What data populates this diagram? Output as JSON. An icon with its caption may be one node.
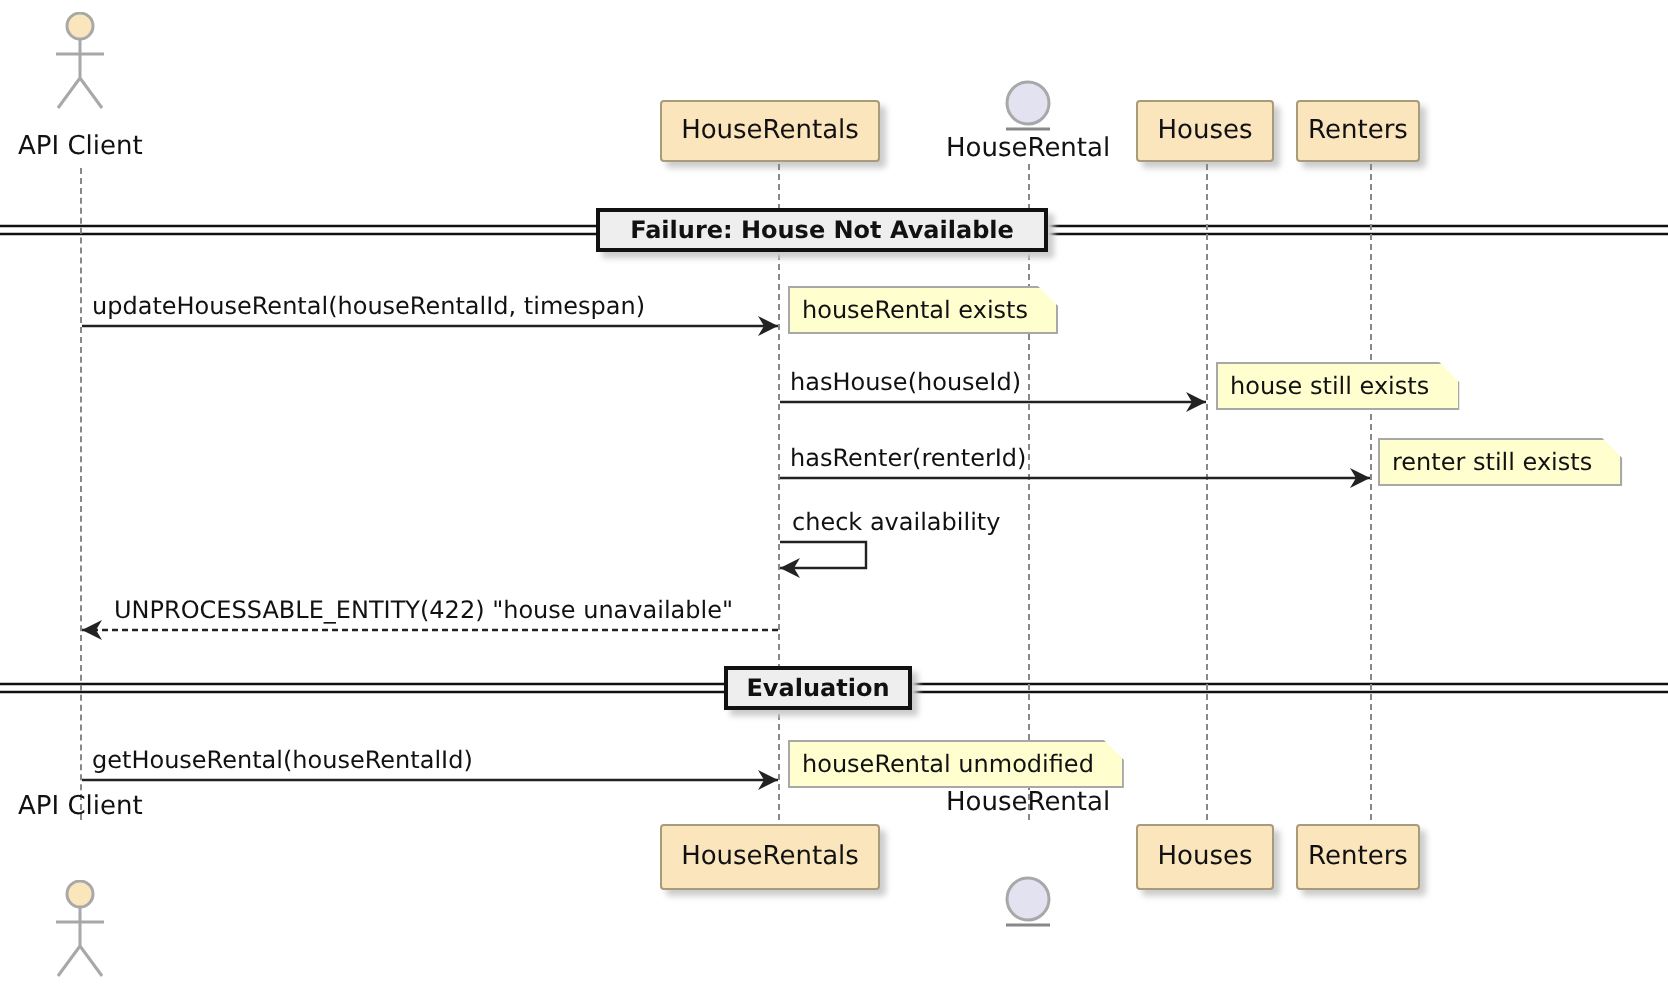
{
  "diagram": {
    "nodes": [
      {
        "text": [
          "API Client"
        ]
      },
      {
        "text": [
          "HouseRentals"
        ]
      },
      {
        "text": [
          "HouseRental"
        ]
      },
      {
        "text": [
          "Houses"
        ]
      },
      {
        "text": [
          "Renters"
        ]
      },
      {
        "text": [],
        "shape": "line"
      },
      {
        "text": [],
        "shape": "line"
      },
      {
        "text": [],
        "shape": "line"
      },
      {
        "text": [],
        "shape": "line"
      },
      {
        "text": [],
        "shape": "line"
      },
      {
        "text": [
          "Failure: House Not Available"
        ]
      },
      {
        "text": [
          "houseRental exists"
        ]
      },
      {
        "text": [
          "house still exists"
        ]
      },
      {
        "text": [
          "renter still exists"
        ]
      },
      {
        "text": [
          "Evaluation"
        ]
      },
      {
        "text": [
          "houseRental unmodified"
        ]
      },
      {
        "text": [
          "API Client"
        ]
      },
      {
        "text": [
          "HouseRentals"
        ]
      },
      {
        "text": [
          "HouseRental"
        ]
      },
      {
        "text": [
          "Houses"
        ]
      },
      {
        "text": [
          "Renters"
        ]
      }
    ],
    "edges": [
      {
        "from": 5,
        "to": 6,
        "arrow": "to",
        "label": "updateHouseRental(houseRentalId, timespan)"
      },
      {
        "from": 6,
        "to": 8,
        "arrow": "to",
        "label": "hasHouse(houseId)"
      },
      {
        "from": 6,
        "to": 9,
        "arrow": "to",
        "label": "hasRenter(renterId)"
      },
      {
        "from": 6,
        "to": 6,
        "arrow": "to",
        "label": "check availability"
      },
      {
        "from": 6,
        "to": 5,
        "arrow": "to",
        "label": "UNPROCESSABLE_ENTITY(422) \"house unavailable\"",
        "style": "dashed"
      },
      {
        "from": 5,
        "to": 6,
        "arrow": "to",
        "label": "getHouseRental(houseRentalId)"
      }
    ]
  }
}
